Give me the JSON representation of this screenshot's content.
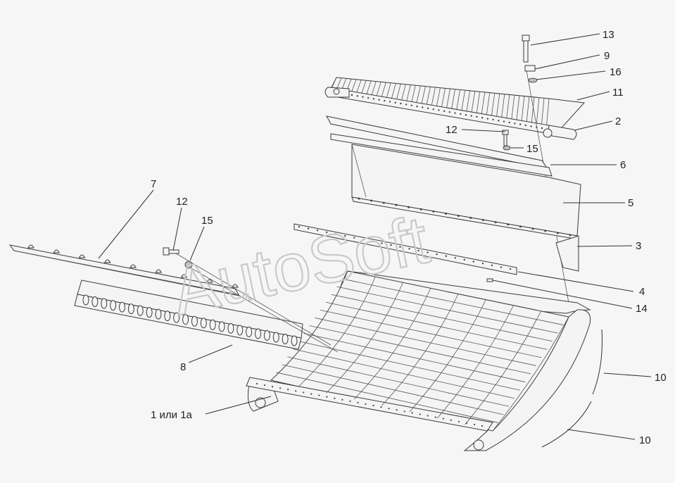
{
  "watermark": "AutoSoft",
  "labels": {
    "l13": "13",
    "l9": "9",
    "l16": "16",
    "l11": "11",
    "l2": "2",
    "l12a": "12",
    "l15a": "15",
    "l6": "6",
    "l5": "5",
    "l3": "3",
    "l4": "4",
    "l14": "14",
    "l7": "7",
    "l12b": "12",
    "l15b": "15",
    "l8": "8",
    "l10a": "10",
    "l10b": "10",
    "l1": "1 или 1а"
  },
  "colors": {
    "background": "#f6f6f6",
    "line": "#333333",
    "watermark": "#c9c9c9"
  }
}
